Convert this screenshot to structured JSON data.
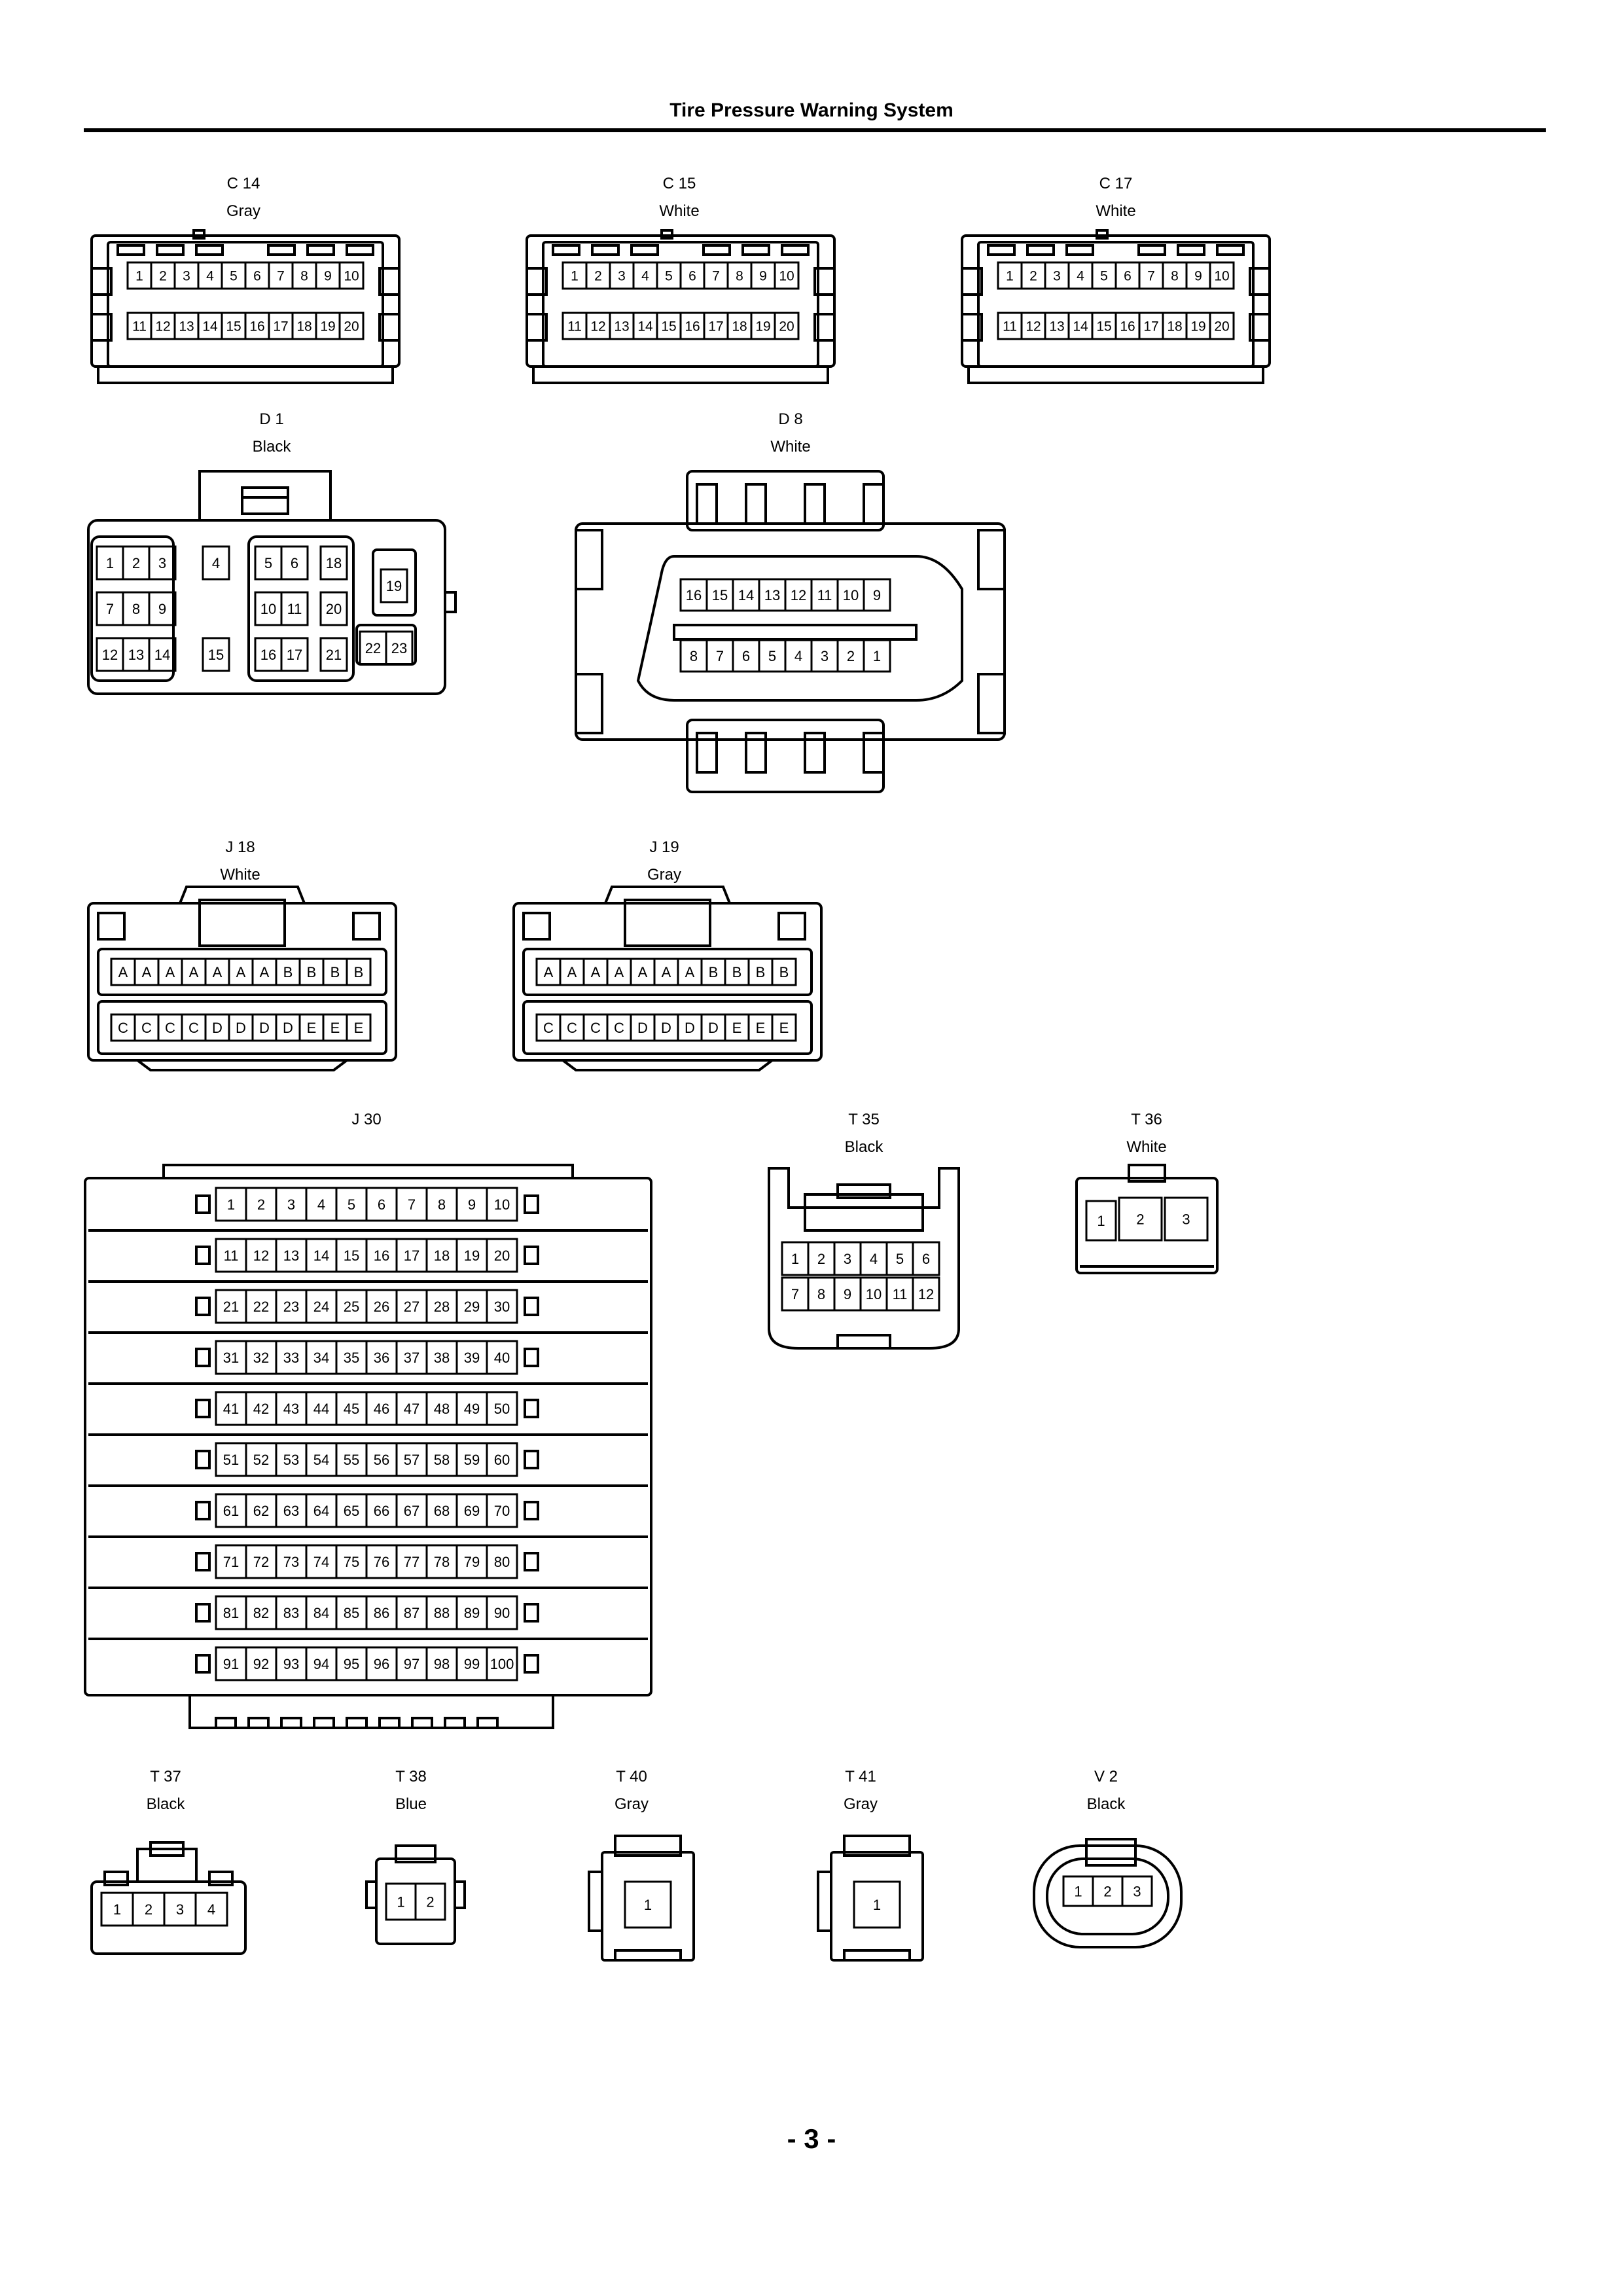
{
  "title": "Tire Pressure Warning System",
  "page_number": "- 3 -",
  "connectors": [
    {
      "id": "C 14",
      "color": "Gray"
    },
    {
      "id": "C 15",
      "color": "White"
    },
    {
      "id": "C 17",
      "color": "White"
    },
    {
      "id": "D 1",
      "color": "Black"
    },
    {
      "id": "D 8",
      "color": "White"
    },
    {
      "id": "J 18",
      "color": "White"
    },
    {
      "id": "J 19",
      "color": "Gray"
    },
    {
      "id": "J 30",
      "color": ""
    },
    {
      "id": "T 35",
      "color": "Black"
    },
    {
      "id": "T 36",
      "color": "White"
    },
    {
      "id": "T 37",
      "color": "Black"
    },
    {
      "id": "T 38",
      "color": "Blue"
    },
    {
      "id": "T 40",
      "color": "Gray"
    },
    {
      "id": "T 41",
      "color": "Gray"
    },
    {
      "id": "V 2",
      "color": "Black"
    }
  ],
  "pins": {
    "c_row1": [
      "1",
      "2",
      "3",
      "4",
      "5",
      "6",
      "7",
      "8",
      "9",
      "10"
    ],
    "c_row2": [
      "11",
      "12",
      "13",
      "14",
      "15",
      "16",
      "17",
      "18",
      "19",
      "20"
    ],
    "d1": [
      "1",
      "2",
      "3",
      "4",
      "5",
      "6",
      "18",
      "19",
      "7",
      "8",
      "9",
      "10",
      "11",
      "20",
      "12",
      "13",
      "14",
      "15",
      "16",
      "17",
      "21",
      "22",
      "23"
    ],
    "d8_row1": [
      "16",
      "15",
      "14",
      "13",
      "12",
      "11",
      "10",
      "9"
    ],
    "d8_row2": [
      "8",
      "7",
      "6",
      "5",
      "4",
      "3",
      "2",
      "1"
    ],
    "j_row1": [
      "A",
      "A",
      "A",
      "A",
      "A",
      "A",
      "A",
      "B",
      "B",
      "B",
      "B"
    ],
    "j_row2": [
      "C",
      "C",
      "C",
      "C",
      "D",
      "D",
      "D",
      "D",
      "E",
      "E",
      "E"
    ],
    "j30": [
      "1",
      "2",
      "3",
      "4",
      "5",
      "6",
      "7",
      "8",
      "9",
      "10",
      "11",
      "12",
      "13",
      "14",
      "15",
      "16",
      "17",
      "18",
      "19",
      "20",
      "21",
      "22",
      "23",
      "24",
      "25",
      "26",
      "27",
      "28",
      "29",
      "30",
      "31",
      "32",
      "33",
      "34",
      "35",
      "36",
      "37",
      "38",
      "39",
      "40",
      "41",
      "42",
      "43",
      "44",
      "45",
      "46",
      "47",
      "48",
      "49",
      "50",
      "51",
      "52",
      "53",
      "54",
      "55",
      "56",
      "57",
      "58",
      "59",
      "60",
      "61",
      "62",
      "63",
      "64",
      "65",
      "66",
      "67",
      "68",
      "69",
      "70",
      "71",
      "72",
      "73",
      "74",
      "75",
      "76",
      "77",
      "78",
      "79",
      "80",
      "81",
      "82",
      "83",
      "84",
      "85",
      "86",
      "87",
      "88",
      "89",
      "90",
      "91",
      "92",
      "93",
      "94",
      "95",
      "96",
      "97",
      "98",
      "99",
      "100"
    ],
    "t35_row1": [
      "1",
      "2",
      "3",
      "4",
      "5",
      "6"
    ],
    "t35_row2": [
      "7",
      "8",
      "9",
      "10",
      "11",
      "12"
    ],
    "t36": [
      "1",
      "2",
      "3"
    ],
    "t37": [
      "1",
      "2",
      "3",
      "4"
    ],
    "t38": [
      "1",
      "2"
    ],
    "t40": [
      "1"
    ],
    "t41": [
      "1"
    ],
    "v2": [
      "1",
      "2",
      "3"
    ]
  }
}
